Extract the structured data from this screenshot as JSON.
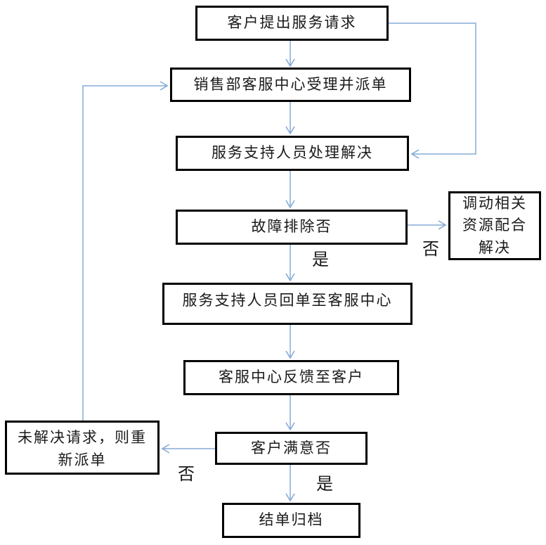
{
  "diagram": {
    "type": "flowchart",
    "language": "zh-CN",
    "nodes": {
      "request": {
        "text": "客户提出服务请求"
      },
      "dispatch": {
        "text": "销售部客服中心受理并派单"
      },
      "handle": {
        "text": "服务支持人员处理解决"
      },
      "troubleshoot": {
        "text": "故障排除否"
      },
      "resources": {
        "text": "调动相关资源配合解决"
      },
      "return_order": {
        "text": "服务支持人员回单至客服中心"
      },
      "feedback": {
        "text": "客服中心反馈至客户"
      },
      "satisfied": {
        "text": "客户满意否"
      },
      "redispatch": {
        "text": "未解决请求，则重新派单"
      },
      "archive": {
        "text": "结单归档"
      }
    },
    "labels": {
      "yes_troubleshoot": "是",
      "no_troubleshoot": "否",
      "yes_satisfied": "是",
      "no_satisfied": "否"
    },
    "edges": [
      {
        "from": "request",
        "to": "dispatch",
        "label": ""
      },
      {
        "from": "request",
        "to": "handle",
        "label": "",
        "route": "right-side bypass"
      },
      {
        "from": "dispatch",
        "to": "handle",
        "label": ""
      },
      {
        "from": "handle",
        "to": "troubleshoot",
        "label": ""
      },
      {
        "from": "troubleshoot",
        "to": "resources",
        "label": "否"
      },
      {
        "from": "troubleshoot",
        "to": "return_order",
        "label": "是"
      },
      {
        "from": "return_order",
        "to": "feedback",
        "label": ""
      },
      {
        "from": "feedback",
        "to": "satisfied",
        "label": ""
      },
      {
        "from": "satisfied",
        "to": "redispatch",
        "label": "否"
      },
      {
        "from": "satisfied",
        "to": "archive",
        "label": "是"
      },
      {
        "from": "redispatch",
        "to": "dispatch",
        "label": "",
        "route": "left-side feedback loop"
      }
    ],
    "colors": {
      "connector": "#85abd5",
      "box_border": "#000000",
      "text": "#1a1a1a",
      "background": "#ffffff"
    }
  }
}
